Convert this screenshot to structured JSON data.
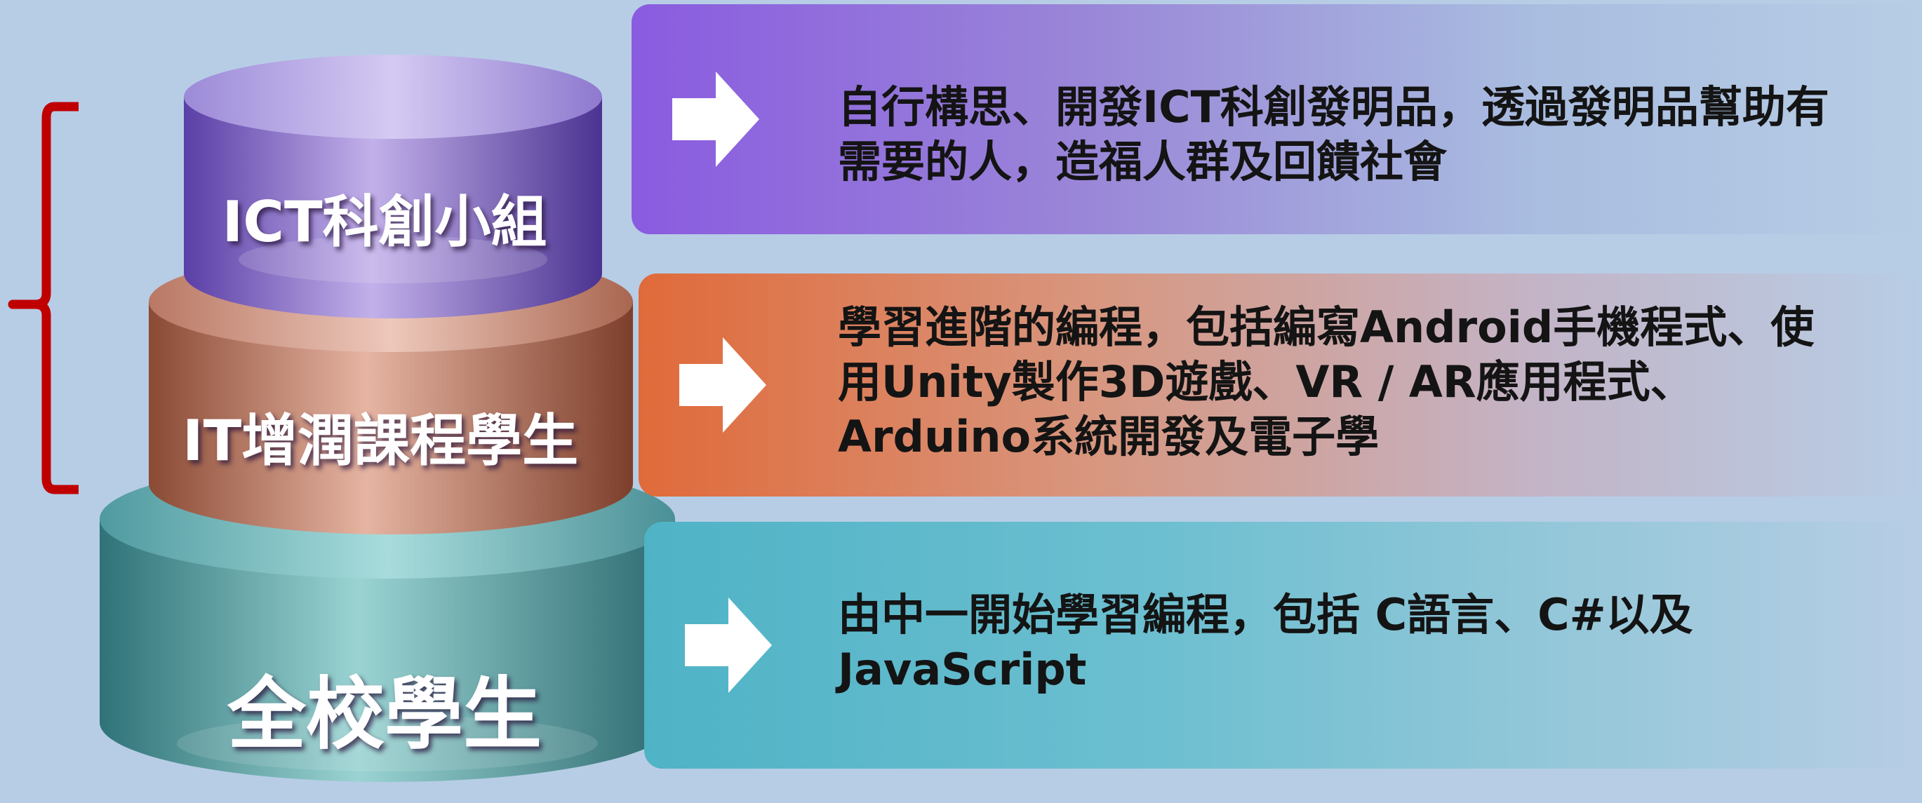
{
  "tiers": [
    {
      "label": "ICT科創小組",
      "description": [
        "自行構思、開發ICT科創發明品，透過發明品幫助有",
        "需要的人，造福人群及回饋社會"
      ]
    },
    {
      "label": "IT增潤課程學生",
      "description": [
        "學習進階的編程，包括編寫Android手機程式、使",
        "用Unity製作3D遊戲、VR / AR應用程式、",
        "Arduino系統開發及電子學"
      ]
    },
    {
      "label": "全校學生",
      "description": [
        "由中一開始學習編程，包括 C語言、C#以及",
        "JavaScript"
      ]
    }
  ],
  "colors": {
    "background": "#b7cde5",
    "top_tier": "#7a5cc4",
    "middle_tier": "#c97a5e",
    "bottom_tier": "#3f8f95",
    "bracket": "#c00000",
    "arrow": "#ffffff"
  },
  "icons": [
    "right-arrow-icon",
    "curly-bracket-icon"
  ]
}
